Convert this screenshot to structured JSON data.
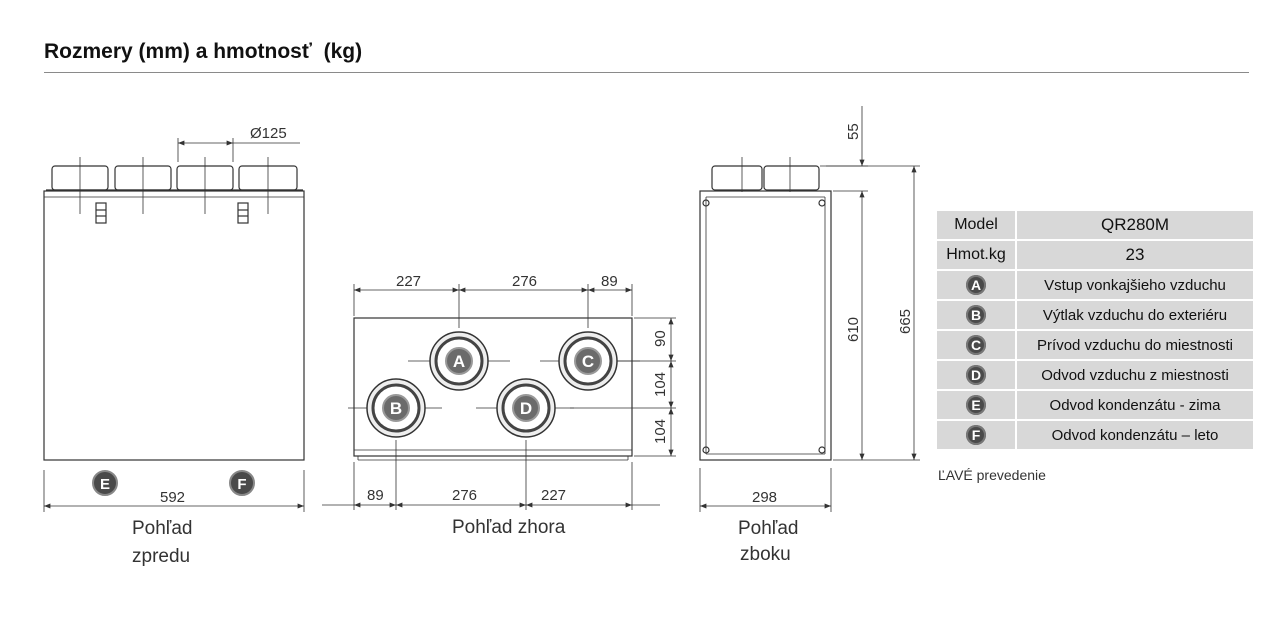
{
  "title": "Rozmery (mm) a hmotnosť  (kg)",
  "front_view": {
    "caption_line1": "Pohľad",
    "caption_line2": "zpredu",
    "dim_width": "592",
    "dim_diameter": "Ø125",
    "port_left": "E",
    "port_right": "F"
  },
  "top_view": {
    "caption": "Pohľad zhora",
    "top_dims": [
      "227",
      "276",
      "89"
    ],
    "bottom_dims": [
      "89",
      "276",
      "227"
    ],
    "right_dims": [
      "90",
      "104",
      "104"
    ],
    "ports": [
      "A",
      "B",
      "C",
      "D"
    ]
  },
  "side_view": {
    "caption_line1": "Pohľad",
    "caption_line2": "zboku",
    "dim_width": "298",
    "dim_top": "55",
    "dim_body": "610",
    "dim_total": "665"
  },
  "spec_table": {
    "rows": [
      {
        "key": "Model",
        "value": "QR280M"
      },
      {
        "key": "Hmot.kg",
        "value": "23"
      }
    ],
    "legend": [
      {
        "badge": "A",
        "text": "Vstup vonkajšieho vzduchu"
      },
      {
        "badge": "B",
        "text": "Výtlak vzduchu do exteriéru"
      },
      {
        "badge": "C",
        "text": "Prívod vzduchu do miestnosti"
      },
      {
        "badge": "D",
        "text": "Odvod vzduchu z miestnosti"
      },
      {
        "badge": "E",
        "text": "Odvod kondenzátu - zima"
      },
      {
        "badge": "F",
        "text": "Odvod kondenzátu – leto"
      }
    ],
    "note": "ĽAVÉ prevedenie"
  },
  "colors": {
    "line": "#333333",
    "badge": "#4a4a4a",
    "table_cell": "#d8d8d8"
  }
}
